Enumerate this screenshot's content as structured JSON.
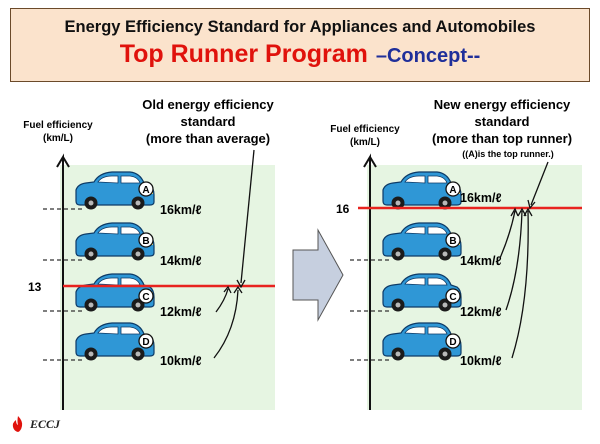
{
  "title": {
    "line1": "Energy Efficiency Standard for Appliances and Automobiles",
    "main": "Top Runner Program",
    "sub": "–Concept--"
  },
  "colors": {
    "title_bg": "#fbe3cc",
    "title_red": "#e0120c",
    "title_blue": "#1f2f9a",
    "chart_bg": "#e6f5e2",
    "car_blue": "#2f97d6",
    "standard_line": "#e8231f",
    "arrow_fill": "#c6cfdf"
  },
  "left_panel": {
    "axis_label_line1": "Fuel efficiency",
    "axis_label_line2": "(km/L)",
    "note_line1": "Old energy efficiency",
    "note_line2": "standard",
    "note_line3": "(more than average)",
    "standard_value": "13",
    "cars": [
      {
        "letter": "A",
        "value": "16km/ℓ"
      },
      {
        "letter": "B",
        "value": "14km/ℓ"
      },
      {
        "letter": "C",
        "value": "12km/ℓ"
      },
      {
        "letter": "D",
        "value": "10km/ℓ"
      }
    ]
  },
  "right_panel": {
    "axis_label_line1": "Fuel efficiency",
    "axis_label_line2": "(km/L)",
    "note_line1": "New energy efficiency",
    "note_line2": "standard",
    "note_line3": "(more than top runner)",
    "note_line4": "((A)is the top runner.)",
    "standard_value": "16",
    "cars": [
      {
        "letter": "A",
        "value": "16km/ℓ"
      },
      {
        "letter": "B",
        "value": "14km/ℓ"
      },
      {
        "letter": "C",
        "value": "12km/ℓ"
      },
      {
        "letter": "D",
        "value": "10km/ℓ"
      }
    ]
  },
  "footer": {
    "logo_text": "ECCJ"
  }
}
